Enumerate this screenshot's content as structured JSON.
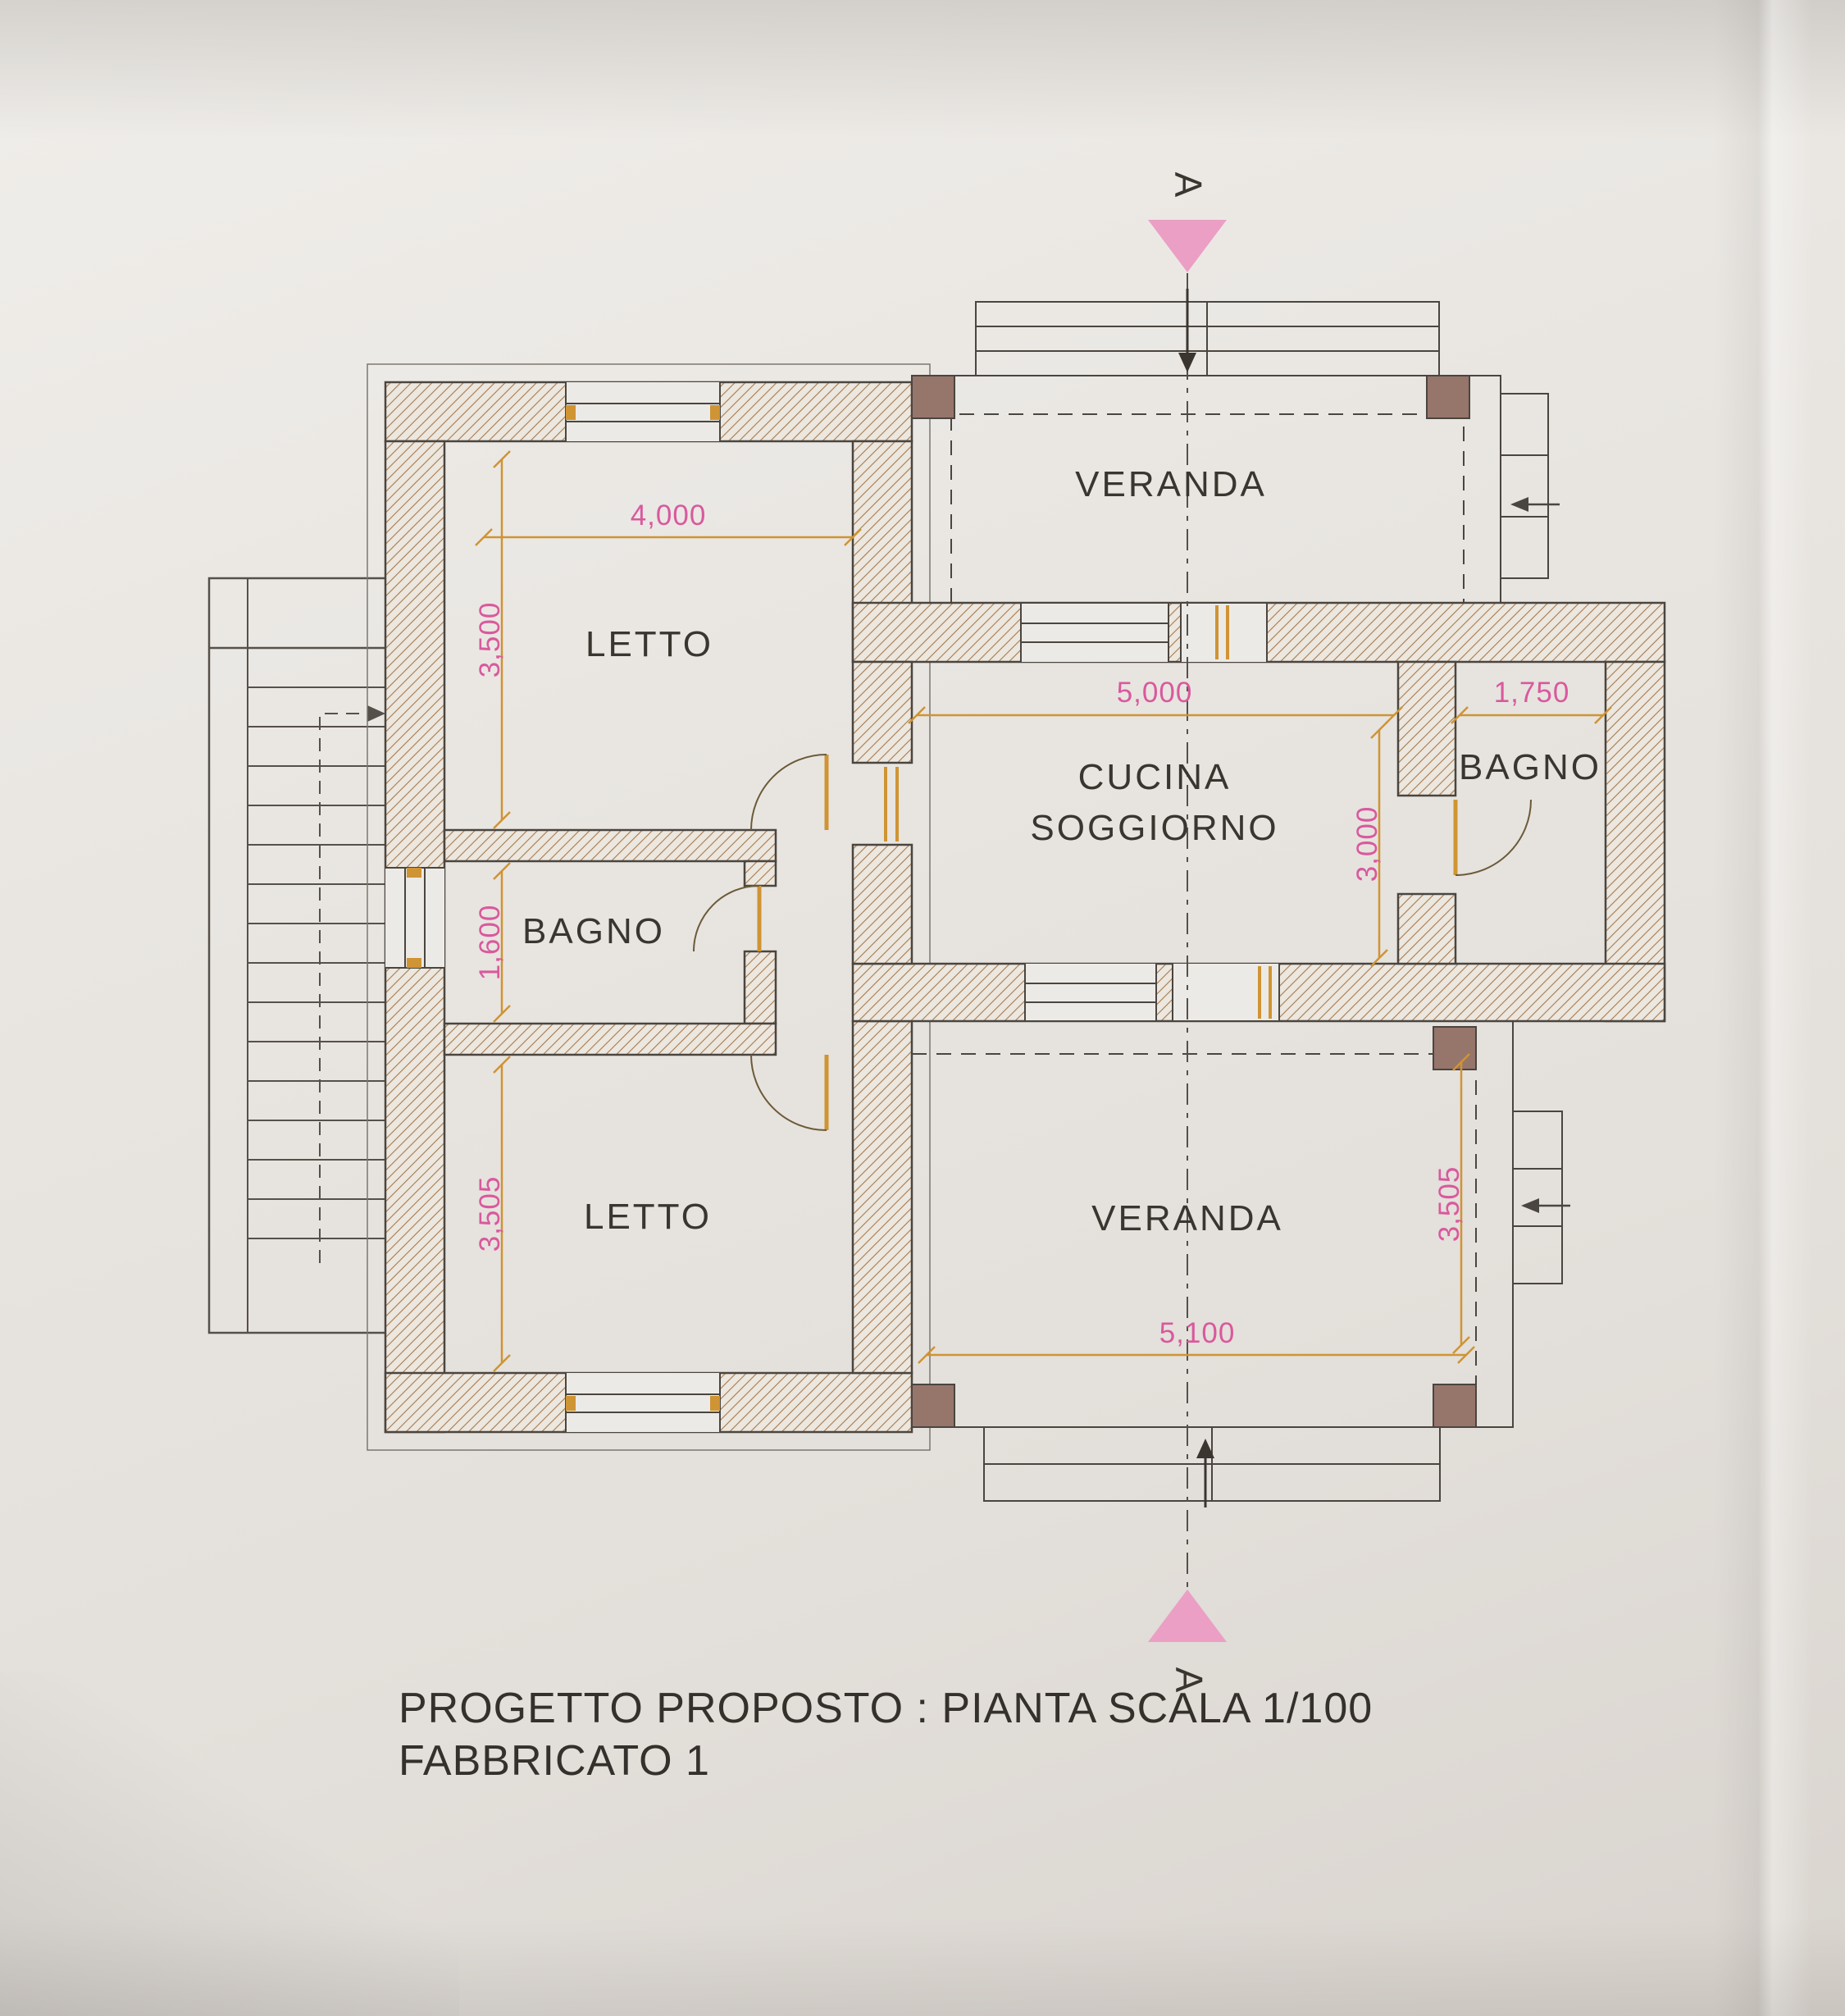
{
  "document": {
    "title_line1": "PROGETTO PROPOSTO : PIANTA  SCALA 1/100",
    "title_line2": "FABBRICATO  1"
  },
  "rooms": {
    "letto_top": "LETTO",
    "bagno_left": "BAGNO",
    "letto_bottom": "LETTO",
    "cucina_line1": "CUCINA",
    "cucina_line2": "SOGGIORNO",
    "bagno_right": "BAGNO",
    "veranda_top": "VERANDA",
    "veranda_bottom": "VERANDA"
  },
  "dimensions": {
    "letto_top_width": "4,000",
    "letto_top_height": "3,500",
    "bagno_left_height": "1,600",
    "letto_bottom_height": "3,505",
    "cucina_width": "5,000",
    "cucina_height": "3,000",
    "bagno_right_width": "1,750",
    "veranda_bottom_width": "5,100",
    "veranda_bottom_height": "3,505"
  },
  "section": {
    "marker_top": "A",
    "marker_bottom": "A"
  },
  "colors": {
    "paper": "#e9e6e2",
    "plan_line": "#4a453f",
    "wall_hatch": "#a57b50",
    "corner_post": "#96756b",
    "dimension_line": "#cf9433",
    "dimension_text": "#d9599d",
    "section_marker": "#eb9fc4",
    "label_text": "#3a362f"
  }
}
